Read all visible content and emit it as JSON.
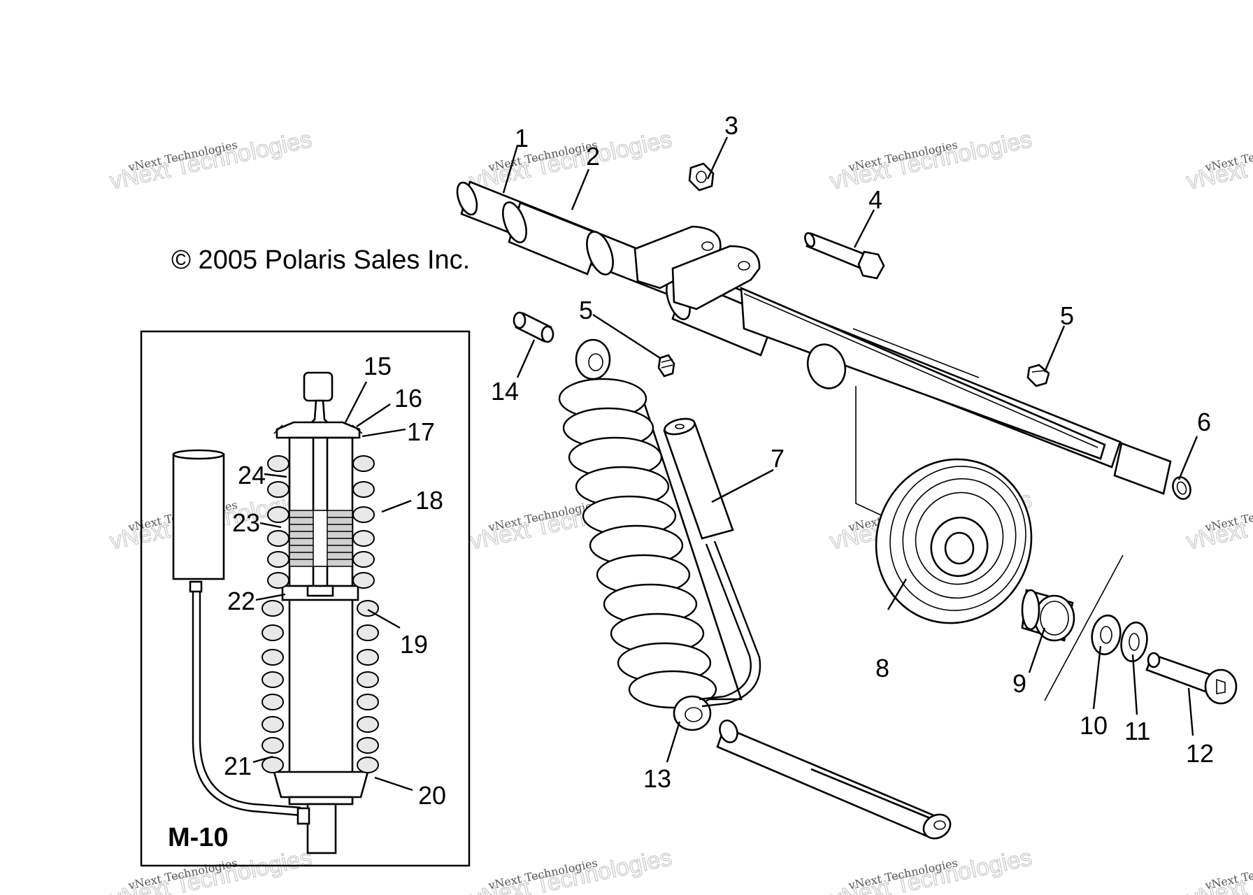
{
  "copyright": "© 2005 Polaris Sales Inc.",
  "inset_title": "M-10",
  "watermark": {
    "line1": "vNext Technologies",
    "line2": "vNext Technologies"
  },
  "callouts": {
    "c1": "1",
    "c2": "2",
    "c3": "3",
    "c4": "4",
    "c5a": "5",
    "c5b": "5",
    "c6": "6",
    "c7": "7",
    "c8": "8",
    "c9": "9",
    "c10": "10",
    "c11": "11",
    "c12": "12",
    "c13": "13",
    "c14": "14",
    "c15": "15",
    "c16": "16",
    "c17": "17",
    "c18": "18",
    "c19": "19",
    "c20": "20",
    "c21": "21",
    "c22": "22",
    "c23": "23",
    "c24": "24"
  }
}
